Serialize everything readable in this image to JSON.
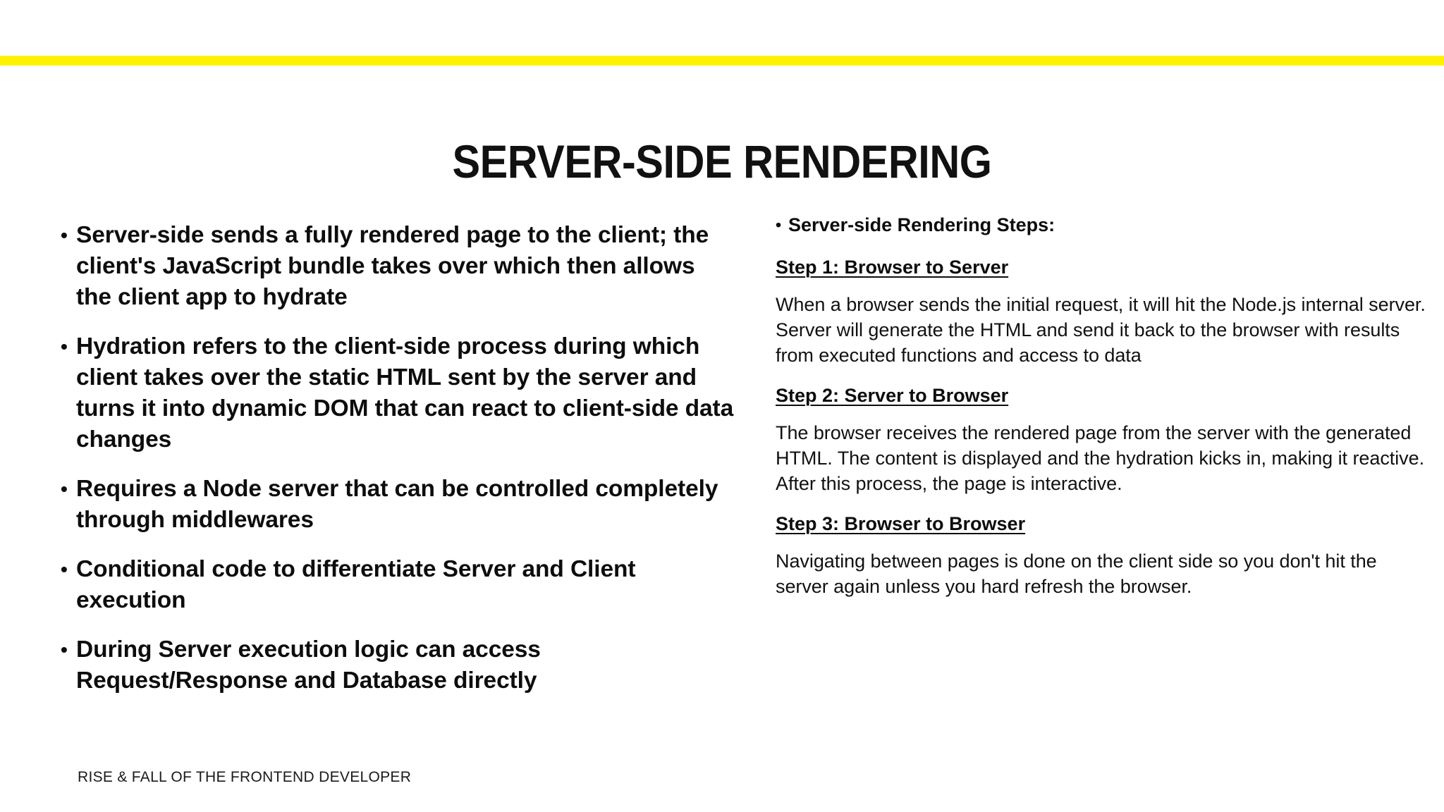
{
  "slide": {
    "title": "SERVER-SIDE RENDERING",
    "accent_color": "#fff200",
    "background_color": "#ffffff",
    "text_color": "#0d0d0d",
    "footer": "RISE & FALL OF THE FRONTEND DEVELOPER"
  },
  "left_column": {
    "bullet_glyph": "•",
    "bullets": [
      "Server-side sends a fully rendered page to the client; the client's JavaScript bundle takes over which then allows the client app to hydrate",
      "Hydration refers to the client-side process during which client takes over the static HTML sent by the server and turns it into dynamic DOM that can react to client-side data changes",
      "Requires a Node server that can be controlled completely through middlewares",
      "Conditional code to differentiate Server and Client execution",
      "During Server execution logic can access Request/Response and Database directly"
    ]
  },
  "right_column": {
    "bullet_glyph": "•",
    "header": "Server-side Rendering Steps:",
    "steps": [
      {
        "heading": "Step 1: Browser to Server",
        "body": "When a browser sends the initial request, it will hit the Node.js internal server. Server will generate the HTML and send it back to the browser with results from executed functions and access to data"
      },
      {
        "heading": "Step 2: Server to Browser",
        "body": "The browser receives the rendered page from the server with the generated HTML. The content is displayed and the hydration kicks in, making it reactive. After this process, the page is interactive."
      },
      {
        "heading": "Step 3: Browser to Browser",
        "body": "Navigating between pages is done on the client side so you don't hit the server again unless you hard refresh the browser."
      }
    ]
  }
}
